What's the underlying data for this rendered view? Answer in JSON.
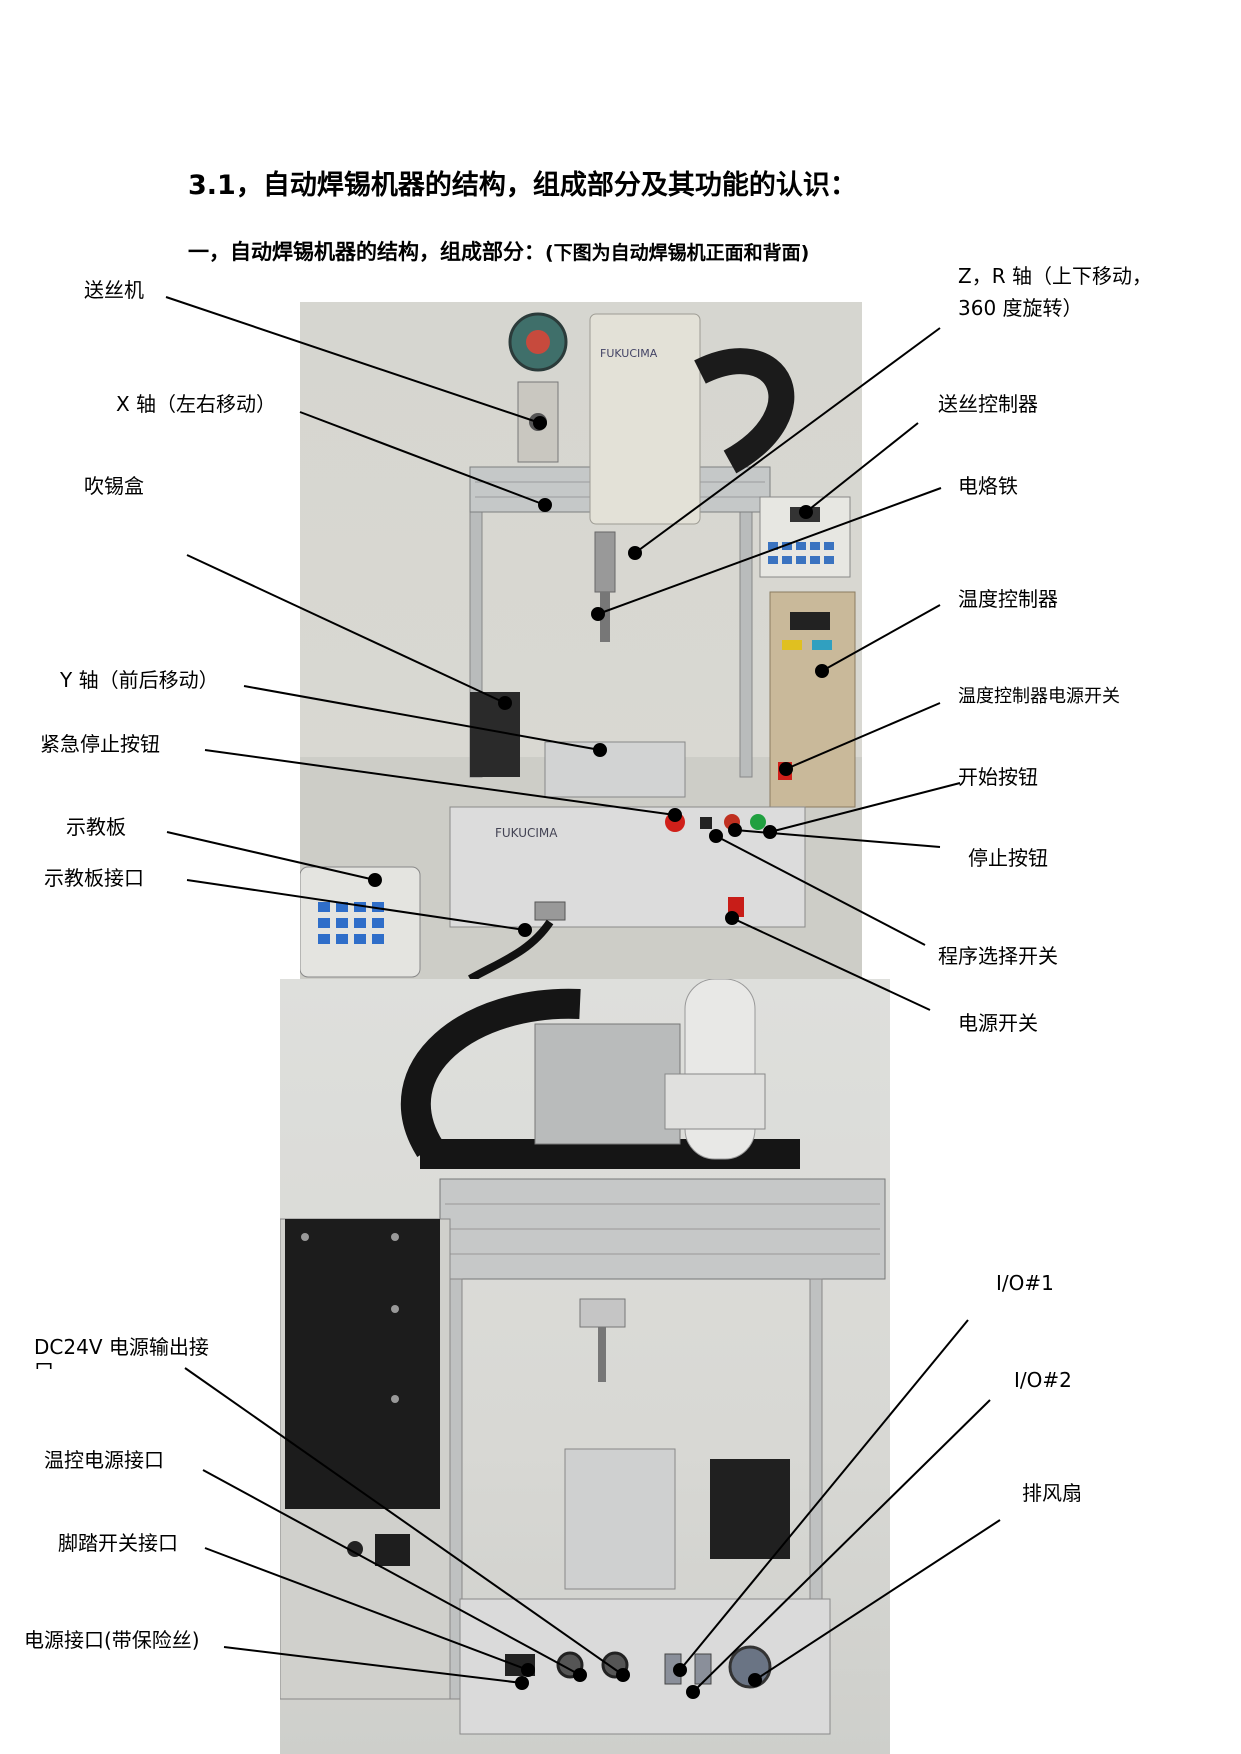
{
  "heading": "3.1，自动焊锡机器的结构，组成部分及其功能的认识：",
  "subheading_main": "一，自动焊锡机器的结构，组成部分：",
  "subheading_paren": "(下图为自动焊锡机正面和背面)",
  "brand_text": "FUKUCIMA",
  "front_labels": {
    "wire_feeder": "送丝机",
    "x_axis": "X 轴（左右移动）",
    "tin_box": "吹锡盒",
    "y_axis": "Y 轴（前后移动）",
    "emergency_stop": "紧急停止按钮",
    "teach_pendant": "示教板",
    "teach_port": "示教板接口",
    "zr_axis_line1": "Z，R 轴（上下移动，",
    "zr_axis_line2": "360 度旋转）",
    "wire_controller": "送丝控制器",
    "soldering_iron": "电烙铁",
    "temp_controller": "温度控制器",
    "temp_power_switch": "温度控制器电源开关",
    "start_button": "开始按钮",
    "stop_button": "停止按钮",
    "program_switch": "程序选择开关",
    "power_switch": "电源开关"
  },
  "back_labels": {
    "io1": "I/O#1",
    "io2": "I/O#2",
    "exhaust_fan": "排风扇",
    "dc24v_line1": "DC24V 电源输出接",
    "dc24v_line2": "口",
    "temp_power_port": "温控电源接口",
    "foot_switch_port": "脚踏开关接口",
    "power_port": "电源接口(带保险丝)"
  }
}
